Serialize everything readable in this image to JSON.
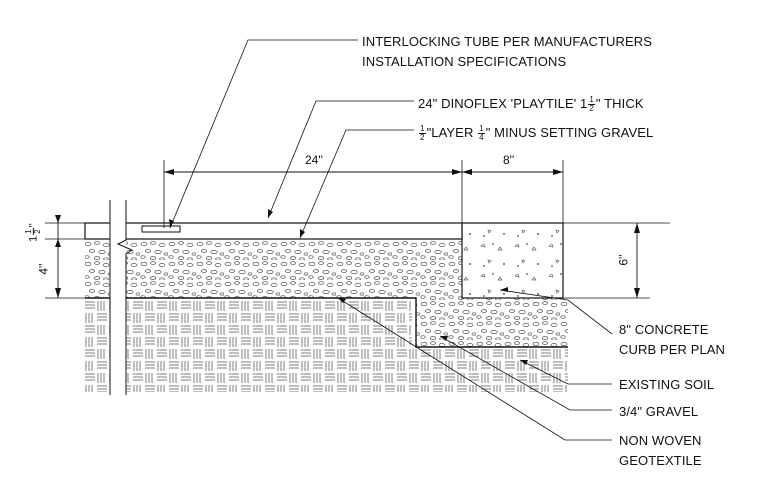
{
  "callouts": {
    "tube_line1": "INTERLOCKING TUBE PER MANUFACTURERS",
    "tube_line2": "INSTALLATION SPECIFICATIONS",
    "tile_pre": "24\" DINOFLEX 'PLAYTILE'  1",
    "tile_num": "1",
    "tile_den": "2",
    "tile_post": "\" THICK",
    "gravel_num1": "1",
    "gravel_den1": "2",
    "gravel_mid": "\"LAYER ",
    "gravel_num2": "1",
    "gravel_den2": "4",
    "gravel_post": "\" MINUS SETTING GRAVEL",
    "curb_line1": "8\" CONCRETE",
    "curb_line2": "CURB PER PLAN",
    "soil": "EXISTING SOIL",
    "gravel34": "3/4\" GRAVEL",
    "geo_line1": "NON WOVEN",
    "geo_line2": "GEOTEXTILE"
  },
  "dimensions": {
    "tile_width": "24''",
    "curb_width": "8''",
    "curb_depth": "6''",
    "gravel_depth": "4''",
    "tile_thick_whole": "1",
    "tile_thick_num": "1",
    "tile_thick_den": "2",
    "tile_thick_mark": "''"
  }
}
